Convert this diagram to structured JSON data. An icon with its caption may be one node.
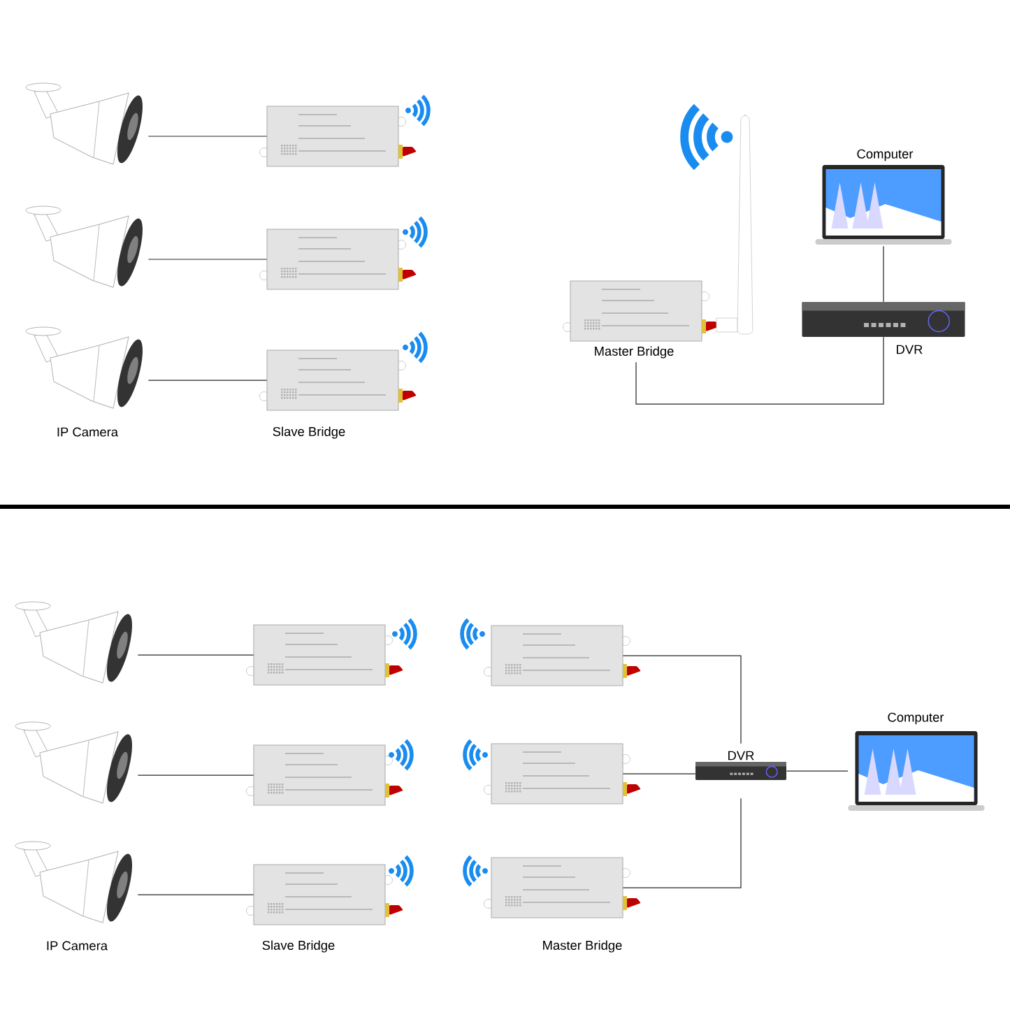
{
  "diagram": {
    "nodes": [
      {
        "text": [],
        "shape": "picture"
      },
      {
        "text": [],
        "shape": "picture"
      },
      {
        "text": [],
        "shape": "picture",
        "beside": [
          "IP Camera"
        ]
      },
      {
        "text": [],
        "shape": "picture"
      },
      {
        "text": [],
        "shape": "picture"
      },
      {
        "text": [],
        "shape": "picture",
        "beside": [
          "Slave Bridge"
        ]
      },
      {
        "text": [],
        "shape": "picture",
        "beside": [
          "Master Bridge"
        ]
      },
      {
        "text": [],
        "shape": "picture",
        "beside": [
          "Computer"
        ]
      },
      {
        "text": [],
        "shape": "picture",
        "beside": [
          "DVR"
        ]
      },
      {
        "text": [],
        "shape": "picture"
      },
      {
        "text": [],
        "shape": "picture"
      },
      {
        "text": [],
        "shape": "picture",
        "beside": [
          "IP Camera"
        ]
      },
      {
        "text": [],
        "shape": "picture"
      },
      {
        "text": [],
        "shape": "picture"
      },
      {
        "text": [],
        "shape": "picture",
        "beside": [
          "Slave Bridge"
        ]
      },
      {
        "text": [],
        "shape": "picture"
      },
      {
        "text": [],
        "shape": "picture"
      },
      {
        "text": [],
        "shape": "picture",
        "beside": [
          "Master Bridge"
        ]
      },
      {
        "text": [],
        "shape": "picture",
        "beside": [
          "DVR"
        ]
      },
      {
        "text": [],
        "shape": "picture",
        "beside": [
          "Computer"
        ]
      }
    ],
    "edges": [
      {
        "from": 0,
        "to": 3,
        "arrow": "none"
      },
      {
        "from": 1,
        "to": 4,
        "arrow": "none"
      },
      {
        "from": 2,
        "to": 5,
        "arrow": "none"
      },
      {
        "from": 6,
        "to": 8,
        "arrow": "none"
      },
      {
        "from": 7,
        "to": 8,
        "arrow": "none"
      },
      {
        "from": 9,
        "to": 12,
        "arrow": "none"
      },
      {
        "from": 10,
        "to": 13,
        "arrow": "none"
      },
      {
        "from": 11,
        "to": 14,
        "arrow": "none"
      },
      {
        "from": 15,
        "to": 18,
        "arrow": "none"
      },
      {
        "from": 16,
        "to": 18,
        "arrow": "none"
      },
      {
        "from": 17,
        "to": 18,
        "arrow": "none"
      },
      {
        "from": 18,
        "to": 19,
        "arrow": "none"
      }
    ]
  }
}
